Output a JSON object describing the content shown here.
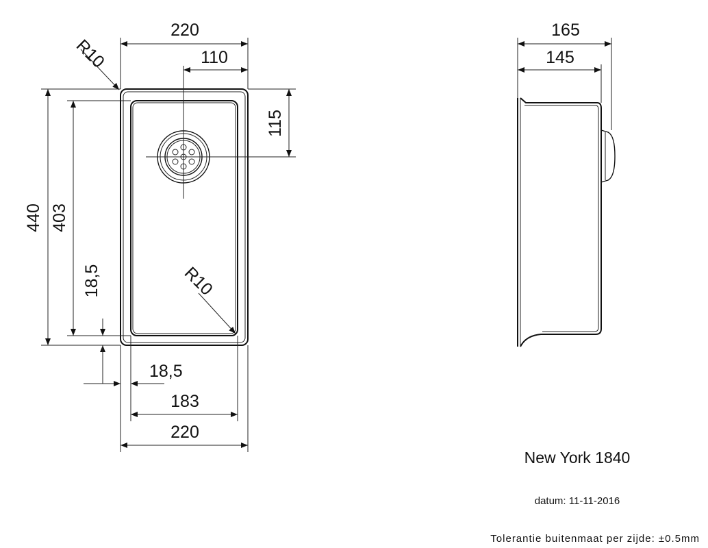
{
  "product": {
    "name": "New York 1840",
    "date_label": "datum: 11-11-2016",
    "tolerance_note": "Tolerantie buitenmaat per zijde: ±0.5mm"
  },
  "top_view": {
    "outer_width": "220",
    "drain_offset_x": "110",
    "drain_offset_y": "115",
    "corner_radius_outer": "R10",
    "corner_radius_inner": "R10",
    "outer_length": "440",
    "inner_length": "403",
    "wall_offset_y": "18,5",
    "wall_offset_x": "18,5",
    "inner_width": "183",
    "bottom_width": "220"
  },
  "side_view": {
    "total_depth": "165",
    "bowl_depth": "145"
  }
}
